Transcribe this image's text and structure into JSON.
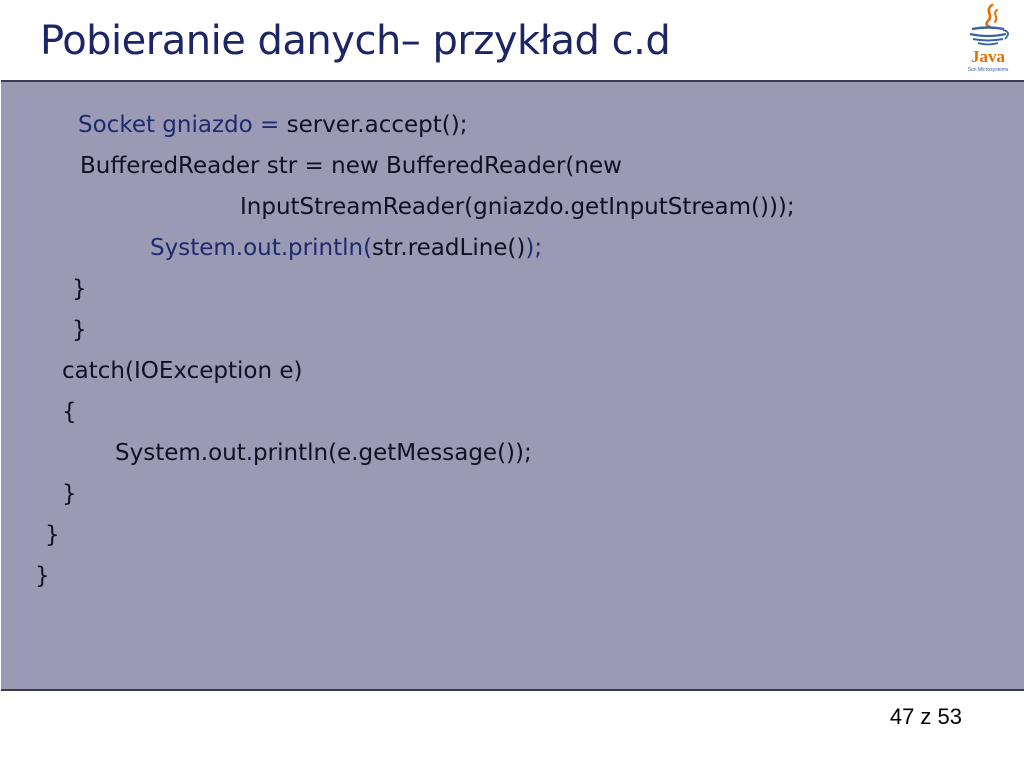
{
  "slide": {
    "title": "Pobieranie danych– przykład c.d",
    "page_number": "47 z 53"
  },
  "logo": {
    "text": "Java",
    "subtext": "Sun Microsystems",
    "colors": {
      "blue": "#3a63a6",
      "orange": "#e76f00"
    }
  },
  "code": {
    "line1_a": "Socket gniazdo = ",
    "line1_b": "server.accept();",
    "line2": "BufferedReader str = new BufferedReader(new",
    "line3": "InputStreamReader(gniazdo.getInputStream()));",
    "line4_a": "System.out.println(",
    "line4_b": "str.readLine()",
    "line4_c": ");",
    "line5": "}",
    "line6": "}",
    "line7": "catch(IOException e)",
    "line8": "{",
    "line9": "System.out.println(e.getMessage());",
    "line10": "}",
    "line11": "}",
    "line12": "}"
  },
  "colors": {
    "title": "#1c2565",
    "panel": "#9a9ab5",
    "panel_border": "#3a3a52"
  }
}
